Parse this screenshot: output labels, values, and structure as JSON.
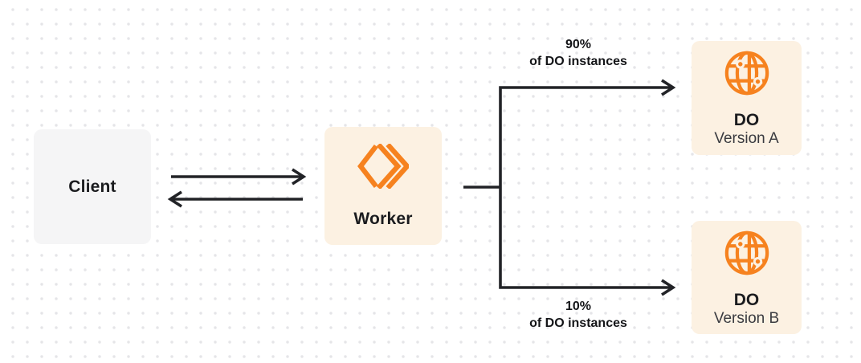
{
  "diagram": {
    "nodes": {
      "client": {
        "label": "Client"
      },
      "worker": {
        "label": "Worker",
        "icon": "cloudflare-workers-logo"
      },
      "do_version_a": {
        "title": "DO",
        "subtitle": "Version A",
        "icon": "durable-object-globe"
      },
      "do_version_b": {
        "title": "DO",
        "subtitle": "Version B",
        "icon": "durable-object-globe"
      }
    },
    "edges": {
      "client_worker": {
        "type": "bidirectional-arrows"
      },
      "worker_to_do_a": {
        "percent": "90%",
        "caption": "of DO instances"
      },
      "worker_to_do_b": {
        "percent": "10%",
        "caption": "of DO instances"
      }
    }
  },
  "colors": {
    "accent_orange": "#F6821F",
    "node_cream_bg": "#FCF1E2",
    "node_grey_bg": "#F5F5F6",
    "line_dark": "#222327",
    "text_dark": "#1B1C1F",
    "text_secondary": "#3A3B40",
    "dot_grid": "#E5E5E8",
    "canvas_bg": "#FFFFFF"
  }
}
